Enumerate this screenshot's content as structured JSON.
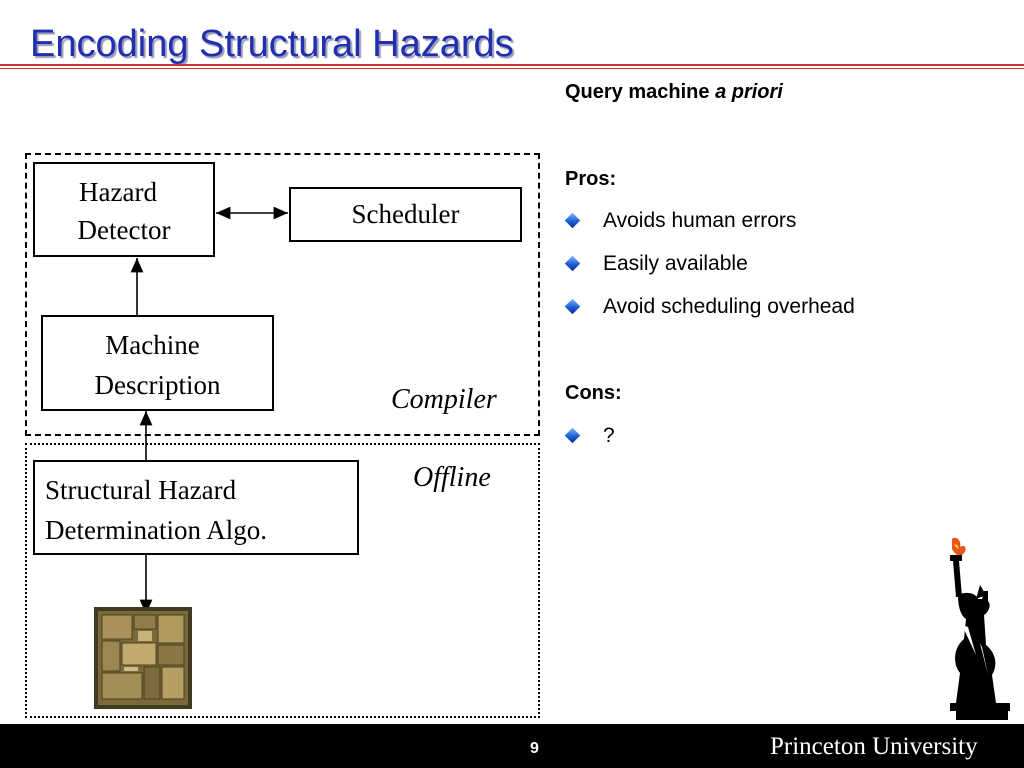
{
  "slide": {
    "title": "Encoding Structural Hazards",
    "page_number": "9",
    "footer_text": "Princeton University"
  },
  "diagram": {
    "hazard_detector": [
      "Hazard",
      "Detector"
    ],
    "scheduler": "Scheduler",
    "machine_description": [
      "Machine",
      "Description"
    ],
    "compiler_label": "Compiler",
    "offline_label": "Offline",
    "algo": [
      "Structural Hazard",
      "Determination Algo."
    ]
  },
  "content": {
    "heading_plain": "Query machine ",
    "heading_italic": "a priori",
    "pros_label": "Pros:",
    "pros": [
      "Avoids human errors",
      "Easily available",
      "Avoid scheduling overhead"
    ],
    "cons_label": "Cons:",
    "cons": [
      "?"
    ]
  },
  "colors": {
    "title": "#1f2fb0",
    "rule": "#d03030",
    "footer": "#000000",
    "bullet": "#1c5fd6"
  },
  "icons": [
    "diamond-bullet-icon",
    "chip-die-image",
    "statue-of-liberty-logo"
  ]
}
